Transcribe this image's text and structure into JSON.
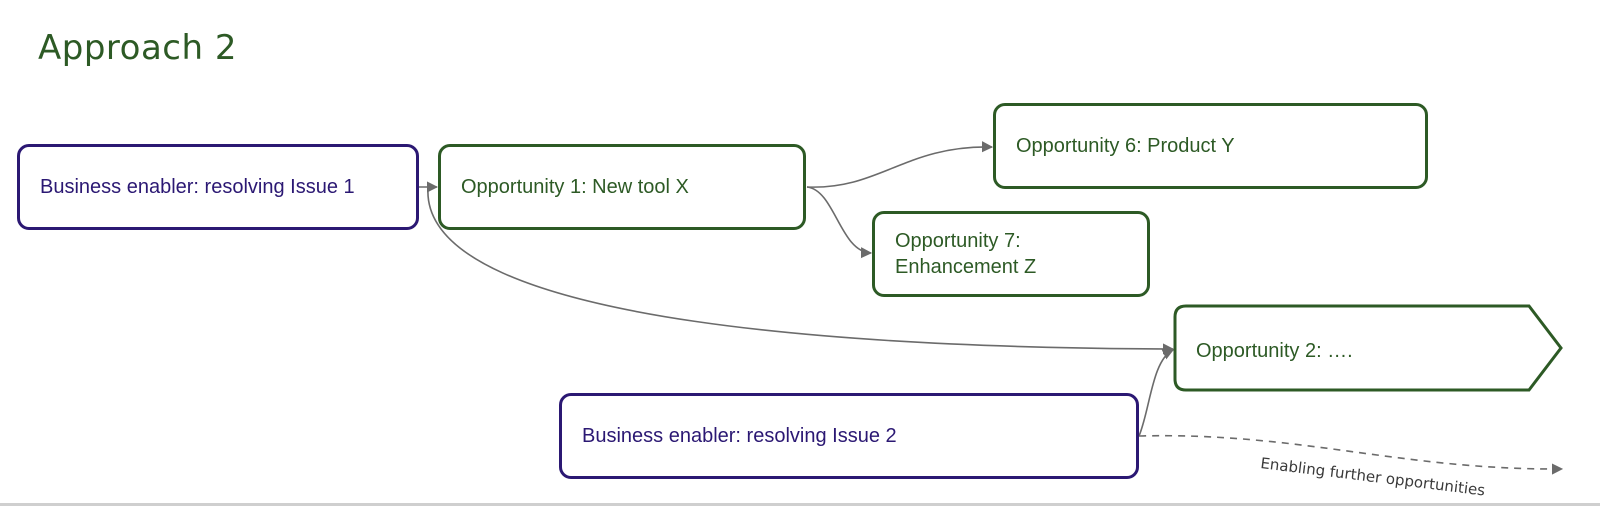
{
  "title": "Approach 2",
  "nodes": {
    "enabler_issue_1": "Business enabler: resolving Issue 1",
    "opportunity_1": "Opportunity 1: New tool X",
    "opportunity_6": "Opportunity 6: Product Y",
    "opportunity_7": "Opportunity 7: Enhancement Z",
    "opportunity_2": "Opportunity 2: ….",
    "enabler_issue_2": "Business enabler: resolving Issue 2"
  },
  "annotations": {
    "further": "Enabling further opportunities"
  },
  "colors": {
    "title": "#2d5a25",
    "enabler": "#2b1873",
    "opportunity": "#2d5a25",
    "connector": "#6b6b6b"
  }
}
